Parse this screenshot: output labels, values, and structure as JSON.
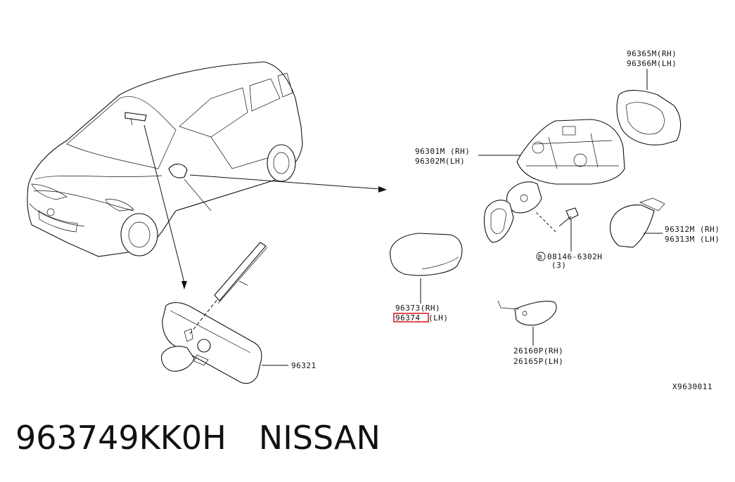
{
  "labels": {
    "outer_mirror_rh": "96301M (RH)",
    "outer_mirror_lh": "96302M(LH)",
    "glass_rh": "96365M(RH)",
    "glass_lh": "96366M(LH)",
    "cover_lower_rh": "96312M (RH)",
    "cover_lower_lh": "96313M (LH)",
    "bolt_code": "08146-6302H",
    "bolt_qty": "(3)",
    "bolt_marker": "B",
    "cap_rh": "96373(RH)",
    "cap_lh_part": "96374",
    "cap_lh_side": "(LH)",
    "turn_lamp_rh": "26160P(RH)",
    "turn_lamp_lh": "26165P(LH)",
    "inner_mirror": "96321",
    "diagram_code": "X9630011"
  },
  "caption": {
    "part_number": "963749KK0H",
    "brand": "NISSAN"
  },
  "highlight_color": "#e0202a"
}
